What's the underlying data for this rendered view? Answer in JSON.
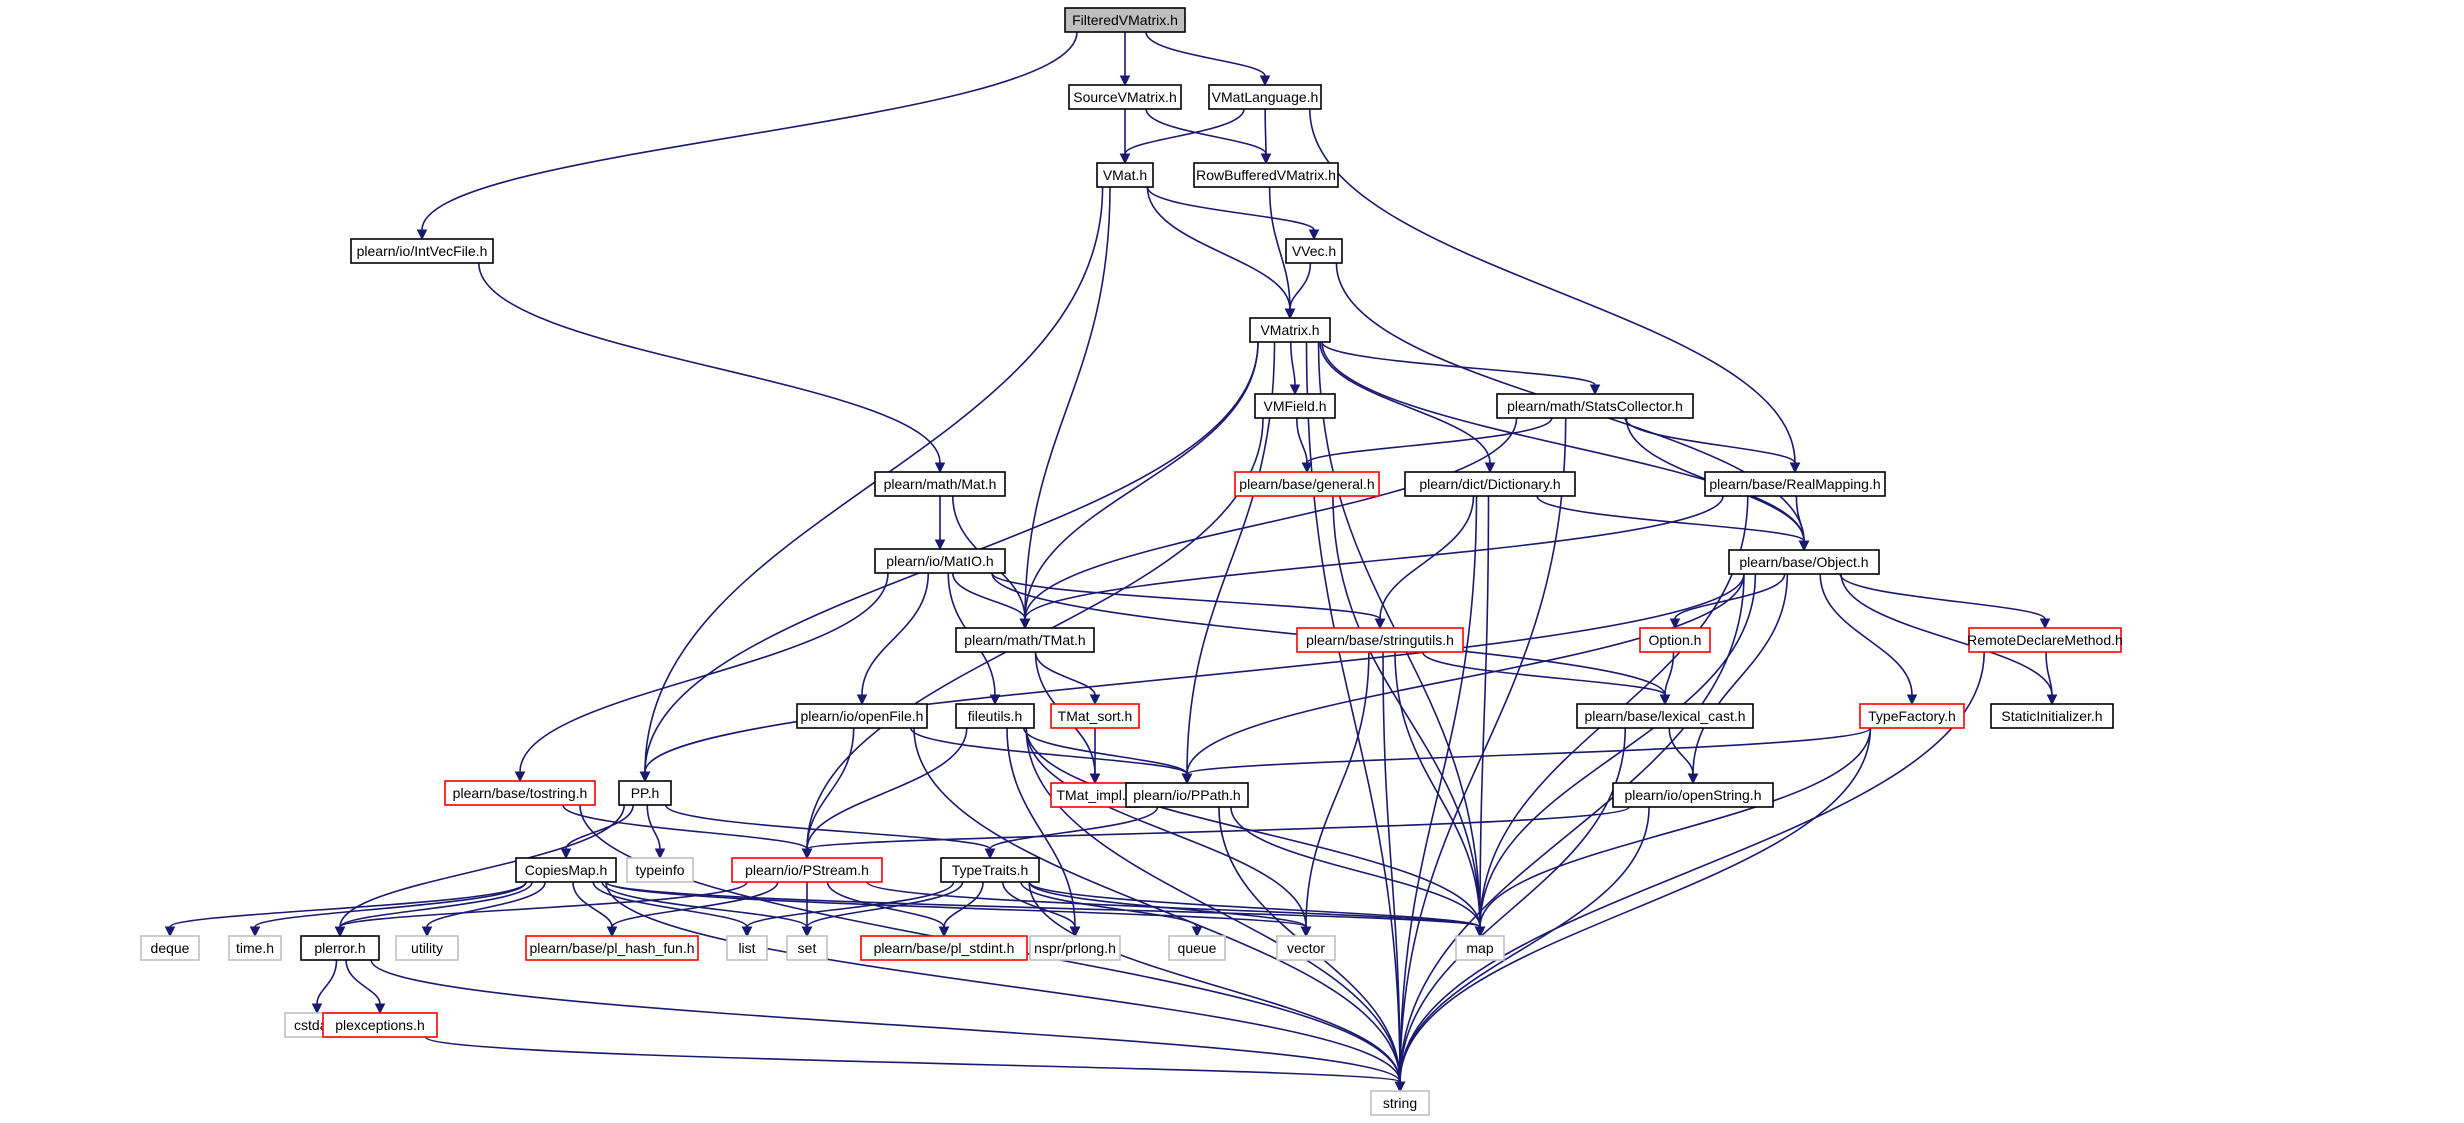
{
  "diagram": {
    "nodes": [
      {
        "id": "FilteredVMatrix",
        "label": "FilteredVMatrix.h",
        "style": "root"
      },
      {
        "id": "SourceVMatrix",
        "label": "SourceVMatrix.h",
        "style": "black"
      },
      {
        "id": "VMatLanguage",
        "label": "VMatLanguage.h",
        "style": "black"
      },
      {
        "id": "VMat",
        "label": "VMat.h",
        "style": "black"
      },
      {
        "id": "RowBuffered",
        "label": "RowBufferedVMatrix.h",
        "style": "black"
      },
      {
        "id": "IntVecFile",
        "label": "plearn/io/IntVecFile.h",
        "style": "black"
      },
      {
        "id": "VVec",
        "label": "VVec.h",
        "style": "black"
      },
      {
        "id": "VMatrix",
        "label": "VMatrix.h",
        "style": "black"
      },
      {
        "id": "VMField",
        "label": "VMField.h",
        "style": "black"
      },
      {
        "id": "StatsCollector",
        "label": "plearn/math/StatsCollector.h",
        "style": "black"
      },
      {
        "id": "general",
        "label": "plearn/base/general.h",
        "style": "red"
      },
      {
        "id": "Mat",
        "label": "plearn/math/Mat.h",
        "style": "black"
      },
      {
        "id": "Dictionary",
        "label": "plearn/dict/Dictionary.h",
        "style": "black"
      },
      {
        "id": "RealMapping",
        "label": "plearn/base/RealMapping.h",
        "style": "black"
      },
      {
        "id": "MatIO",
        "label": "plearn/io/MatIO.h",
        "style": "black"
      },
      {
        "id": "Object",
        "label": "plearn/base/Object.h",
        "style": "black"
      },
      {
        "id": "TMat",
        "label": "plearn/math/TMat.h",
        "style": "black"
      },
      {
        "id": "stringutils",
        "label": "plearn/base/stringutils.h",
        "style": "red"
      },
      {
        "id": "Option",
        "label": "Option.h",
        "style": "red"
      },
      {
        "id": "RemoteDeclareMethod",
        "label": "RemoteDeclareMethod.h",
        "style": "red"
      },
      {
        "id": "openFile",
        "label": "plearn/io/openFile.h",
        "style": "black"
      },
      {
        "id": "fileutils",
        "label": "fileutils.h",
        "style": "black"
      },
      {
        "id": "TMat_sort",
        "label": "TMat_sort.h",
        "style": "red"
      },
      {
        "id": "lexical_cast",
        "label": "plearn/base/lexical_cast.h",
        "style": "black"
      },
      {
        "id": "TypeFactory",
        "label": "TypeFactory.h",
        "style": "red"
      },
      {
        "id": "StaticInitializer",
        "label": "StaticInitializer.h",
        "style": "black"
      },
      {
        "id": "tostring",
        "label": "plearn/base/tostring.h",
        "style": "red"
      },
      {
        "id": "PP",
        "label": "PP.h",
        "style": "black"
      },
      {
        "id": "TMat_impl",
        "label": "TMat_impl.h",
        "style": "red"
      },
      {
        "id": "PPath",
        "label": "plearn/io/PPath.h",
        "style": "black"
      },
      {
        "id": "openString",
        "label": "plearn/io/openString.h",
        "style": "black"
      },
      {
        "id": "typeinfo",
        "label": "typeinfo",
        "style": "grey"
      },
      {
        "id": "CopiesMap",
        "label": "CopiesMap.h",
        "style": "black"
      },
      {
        "id": "PStream",
        "label": "plearn/io/PStream.h",
        "style": "red"
      },
      {
        "id": "TypeTraits",
        "label": "TypeTraits.h",
        "style": "black"
      },
      {
        "id": "deque",
        "label": "deque",
        "style": "grey"
      },
      {
        "id": "time",
        "label": "time.h",
        "style": "grey"
      },
      {
        "id": "plerror",
        "label": "plerror.h",
        "style": "black"
      },
      {
        "id": "utility",
        "label": "utility",
        "style": "grey"
      },
      {
        "id": "pl_hash_fun",
        "label": "plearn/base/pl_hash_fun.h",
        "style": "red"
      },
      {
        "id": "list",
        "label": "list",
        "style": "grey"
      },
      {
        "id": "set",
        "label": "set",
        "style": "grey"
      },
      {
        "id": "pl_stdint",
        "label": "plearn/base/pl_stdint.h",
        "style": "red"
      },
      {
        "id": "prlong",
        "label": "nspr/prlong.h",
        "style": "grey"
      },
      {
        "id": "queue",
        "label": "queue",
        "style": "grey"
      },
      {
        "id": "vector",
        "label": "vector",
        "style": "grey"
      },
      {
        "id": "map",
        "label": "map",
        "style": "grey"
      },
      {
        "id": "cstdarg",
        "label": "cstdarg",
        "style": "grey"
      },
      {
        "id": "plexceptions",
        "label": "plexceptions.h",
        "style": "red"
      },
      {
        "id": "string",
        "label": "string",
        "style": "grey"
      }
    ],
    "edges": [
      [
        "FilteredVMatrix",
        "SourceVMatrix"
      ],
      [
        "FilteredVMatrix",
        "VMatLanguage"
      ],
      [
        "FilteredVMatrix",
        "IntVecFile"
      ],
      [
        "SourceVMatrix",
        "VMat"
      ],
      [
        "SourceVMatrix",
        "RowBuffered"
      ],
      [
        "VMatLanguage",
        "VMat"
      ],
      [
        "VMatLanguage",
        "RowBuffered"
      ],
      [
        "VMatLanguage",
        "RealMapping"
      ],
      [
        "VMat",
        "VMatrix"
      ],
      [
        "VMat",
        "VVec"
      ],
      [
        "VMat",
        "TMat"
      ],
      [
        "VMat",
        "PP"
      ],
      [
        "RowBuffered",
        "VMatrix"
      ],
      [
        "IntVecFile",
        "Mat"
      ],
      [
        "VVec",
        "VMatrix"
      ],
      [
        "VVec",
        "Object"
      ],
      [
        "VMatrix",
        "VMField"
      ],
      [
        "VMatrix",
        "StatsCollector"
      ],
      [
        "VMatrix",
        "Dictionary"
      ],
      [
        "VMatrix",
        "Object"
      ],
      [
        "VMatrix",
        "TMat"
      ],
      [
        "VMatrix",
        "PPath"
      ],
      [
        "VMatrix",
        "PP"
      ],
      [
        "VMatrix",
        "map"
      ],
      [
        "VMatrix",
        "string"
      ],
      [
        "VMField",
        "general"
      ],
      [
        "VMField",
        "PStream"
      ],
      [
        "StatsCollector",
        "general"
      ],
      [
        "StatsCollector",
        "RealMapping"
      ],
      [
        "StatsCollector",
        "Object"
      ],
      [
        "StatsCollector",
        "TMat"
      ],
      [
        "StatsCollector",
        "string"
      ],
      [
        "general",
        "map"
      ],
      [
        "Mat",
        "MatIO"
      ],
      [
        "Mat",
        "TMat"
      ],
      [
        "Dictionary",
        "Object"
      ],
      [
        "Dictionary",
        "stringutils"
      ],
      [
        "Dictionary",
        "map"
      ],
      [
        "Dictionary",
        "string"
      ],
      [
        "RealMapping",
        "Object"
      ],
      [
        "RealMapping",
        "TMat"
      ],
      [
        "RealMapping",
        "map"
      ],
      [
        "MatIO",
        "TMat"
      ],
      [
        "MatIO",
        "stringutils"
      ],
      [
        "MatIO",
        "lexical_cast"
      ],
      [
        "MatIO",
        "openFile"
      ],
      [
        "MatIO",
        "fileutils"
      ],
      [
        "MatIO",
        "tostring"
      ],
      [
        "Object",
        "Option"
      ],
      [
        "Object",
        "RemoteDeclareMethod"
      ],
      [
        "Object",
        "TypeFactory"
      ],
      [
        "Object",
        "StaticInitializer"
      ],
      [
        "Object",
        "openString"
      ],
      [
        "Object",
        "PPath"
      ],
      [
        "Object",
        "PP"
      ],
      [
        "Object",
        "map"
      ],
      [
        "Object",
        "string"
      ],
      [
        "TMat",
        "TMat_sort"
      ],
      [
        "TMat",
        "TMat_impl"
      ],
      [
        "stringutils",
        "lexical_cast"
      ],
      [
        "stringutils",
        "vector"
      ],
      [
        "stringutils",
        "map"
      ],
      [
        "stringutils",
        "string"
      ],
      [
        "Option",
        "lexical_cast"
      ],
      [
        "RemoteDeclareMethod",
        "StaticInitializer"
      ],
      [
        "RemoteDeclareMethod",
        "string"
      ],
      [
        "openFile",
        "PPath"
      ],
      [
        "openFile",
        "PStream"
      ],
      [
        "openFile",
        "string"
      ],
      [
        "fileutils",
        "PPath"
      ],
      [
        "fileutils",
        "PStream"
      ],
      [
        "fileutils",
        "map"
      ],
      [
        "fileutils",
        "vector"
      ],
      [
        "fileutils",
        "prlong"
      ],
      [
        "fileutils",
        "string"
      ],
      [
        "TMat_sort",
        "TMat_impl"
      ],
      [
        "lexical_cast",
        "openString"
      ],
      [
        "lexical_cast",
        "string"
      ],
      [
        "TypeFactory",
        "PPath"
      ],
      [
        "TypeFactory",
        "map"
      ],
      [
        "TypeFactory",
        "string"
      ],
      [
        "tostring",
        "PStream"
      ],
      [
        "tostring",
        "string"
      ],
      [
        "PP",
        "CopiesMap"
      ],
      [
        "PP",
        "typeinfo"
      ],
      [
        "PP",
        "TypeTraits"
      ],
      [
        "PP",
        "plerror"
      ],
      [
        "PPath",
        "TypeTraits"
      ],
      [
        "PPath",
        "map"
      ],
      [
        "PPath",
        "string"
      ],
      [
        "openString",
        "PStream"
      ],
      [
        "openString",
        "string"
      ],
      [
        "CopiesMap",
        "deque"
      ],
      [
        "CopiesMap",
        "time"
      ],
      [
        "CopiesMap",
        "plerror"
      ],
      [
        "CopiesMap",
        "utility"
      ],
      [
        "CopiesMap",
        "pl_hash_fun"
      ],
      [
        "CopiesMap",
        "list"
      ],
      [
        "CopiesMap",
        "set"
      ],
      [
        "CopiesMap",
        "map"
      ],
      [
        "CopiesMap",
        "vector"
      ],
      [
        "CopiesMap",
        "string"
      ],
      [
        "PStream",
        "pl_hash_fun"
      ],
      [
        "PStream",
        "pl_stdint"
      ],
      [
        "PStream",
        "set"
      ],
      [
        "PStream",
        "map"
      ],
      [
        "PStream",
        "plerror"
      ],
      [
        "TypeTraits",
        "list"
      ],
      [
        "TypeTraits",
        "set"
      ],
      [
        "TypeTraits",
        "pl_stdint"
      ],
      [
        "TypeTraits",
        "prlong"
      ],
      [
        "TypeTraits",
        "queue"
      ],
      [
        "TypeTraits",
        "vector"
      ],
      [
        "TypeTraits",
        "map"
      ],
      [
        "TypeTraits",
        "string"
      ],
      [
        "plerror",
        "cstdarg"
      ],
      [
        "plerror",
        "plexceptions"
      ],
      [
        "plerror",
        "string"
      ],
      [
        "plexceptions",
        "string"
      ]
    ]
  }
}
